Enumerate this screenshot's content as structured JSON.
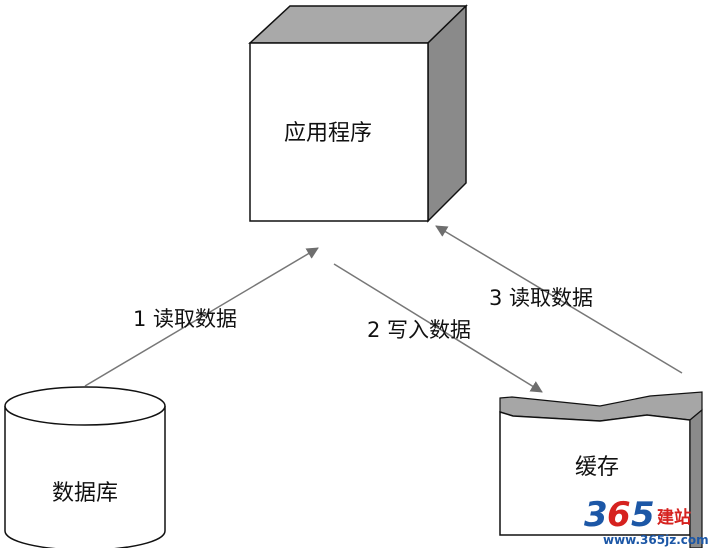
{
  "nodes": {
    "app": {
      "label": "应用程序"
    },
    "database": {
      "label": "数据库"
    },
    "cache": {
      "label": "缓存"
    }
  },
  "edges": {
    "read_db": {
      "label": "1  读取数据"
    },
    "write_cache": {
      "label": "2  写入数据"
    },
    "read_cache": {
      "label": "3  读取数据"
    }
  },
  "watermark": {
    "brand_digits_3": "3",
    "brand_digits_6": "6",
    "brand_digits_5": "5",
    "brand_text": "建站",
    "url": "www.365jz.com"
  },
  "colors": {
    "stroke": "#111111",
    "box_side": "#8c8c8c",
    "box_top": "#a6a6a6",
    "arrow": "#777777",
    "wm_blue": "#1c57a6",
    "wm_red": "#d6221f"
  }
}
